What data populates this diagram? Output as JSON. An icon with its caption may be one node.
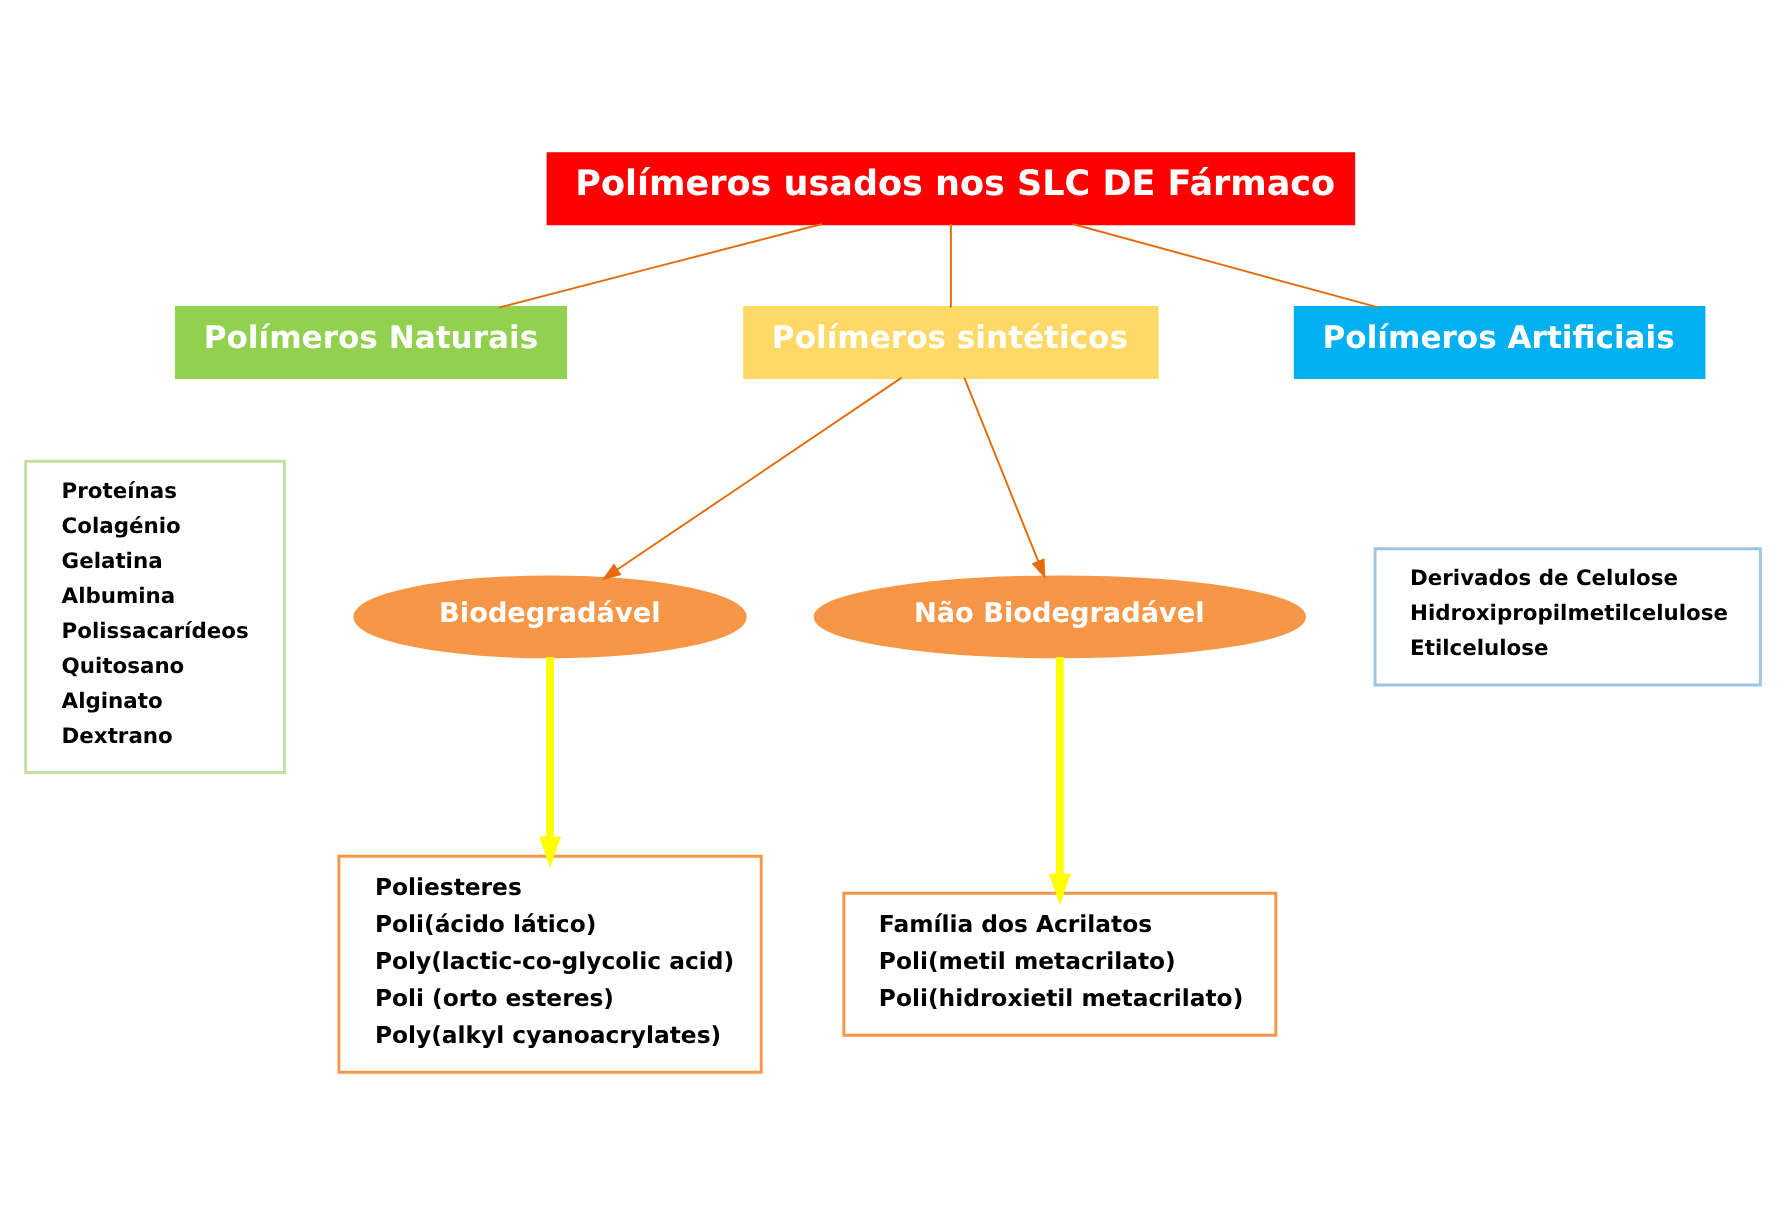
{
  "diagram": {
    "nodes": [
      {
        "text": [
          "Polímeros usados nos SLC DE Fármaco"
        ]
      },
      {
        "text": [
          "Polímeros Naturais"
        ]
      },
      {
        "text": [
          "Polímeros sintéticos"
        ]
      },
      {
        "text": [
          "Polímeros Artificiais"
        ]
      },
      {
        "text": [
          "Proteínas",
          "Colagénio",
          "Gelatina",
          "Albumina",
          "Polissacarídeos",
          "Quitosano",
          "Alginato",
          "Dextrano"
        ]
      },
      {
        "text": [
          "Derivados de Celulose",
          "Hidroxipropilmetilcelulose",
          "Etilcelulose"
        ]
      },
      {
        "text": [
          "Biodegradável"
        ]
      },
      {
        "text": [
          "Não Biodegradável"
        ]
      },
      {
        "text": [
          "Poliesteres",
          "Poli(ácido lático)",
          "Poly(lactic-co-glycolic acid)",
          "Poli (orto esteres)",
          "Poly(alkyl cyanoacrylates)"
        ]
      },
      {
        "text": [
          "Família dos Acrilatos",
          "Poli(metil metacrilato)",
          "Poli(hidroxietil metacrilato)"
        ]
      }
    ],
    "edges": [
      {
        "from": 0,
        "to": 1,
        "arrow": "none"
      },
      {
        "from": 0,
        "to": 2,
        "arrow": "none"
      },
      {
        "from": 0,
        "to": 3,
        "arrow": "none"
      },
      {
        "from": 2,
        "to": 6,
        "arrow": "to"
      },
      {
        "from": 2,
        "to": 7,
        "arrow": "to"
      },
      {
        "from": 6,
        "to": 8,
        "arrow": "to",
        "style": "thick",
        "color": "#ffff00"
      },
      {
        "from": 7,
        "to": 9,
        "arrow": "to",
        "style": "thick",
        "color": "#ffff00"
      }
    ]
  }
}
